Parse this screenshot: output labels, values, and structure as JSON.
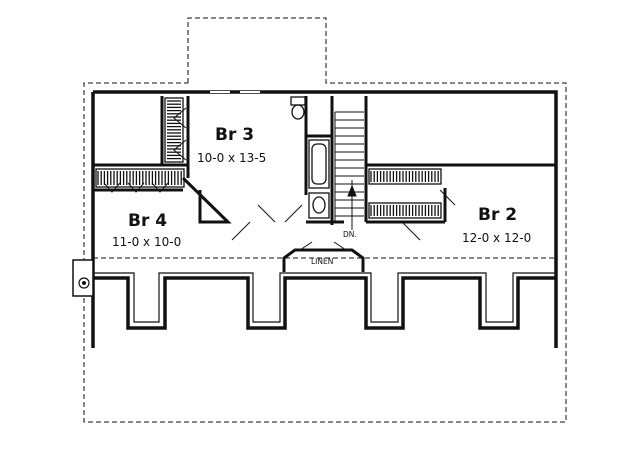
{
  "rooms": [
    {
      "name": "Br 3",
      "dimensions": "10-0 x 13-5"
    },
    {
      "name": "Br 4",
      "dimensions": "11-0 x 10-0"
    },
    {
      "name": "Br 2",
      "dimensions": "12-0 x 12-0"
    }
  ],
  "labels": {
    "linen": "LINEN",
    "stair_down": "DN."
  },
  "colors": {
    "ink": "#111111",
    "background": "#ffffff"
  }
}
